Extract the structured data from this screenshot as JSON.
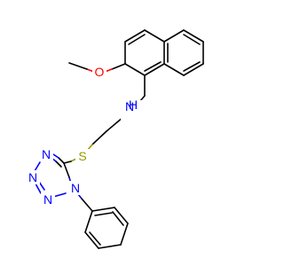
{
  "molecule": {
    "atoms": {
      "oxygen": {
        "label": "O",
        "color": "#ff0000"
      },
      "amine": {
        "label": "N",
        "color": "#0000ff",
        "h_label": "H"
      },
      "sulfur": {
        "label": "S",
        "color": "#999900"
      },
      "tetrazole_n1": {
        "label": "N",
        "color": "#0000ff"
      },
      "tetrazole_n2": {
        "label": "N",
        "color": "#0000ff"
      },
      "tetrazole_n3": {
        "label": "N",
        "color": "#0000ff"
      },
      "tetrazole_n4": {
        "label": "N",
        "color": "#0000ff"
      }
    },
    "bond_color": "#000000"
  }
}
